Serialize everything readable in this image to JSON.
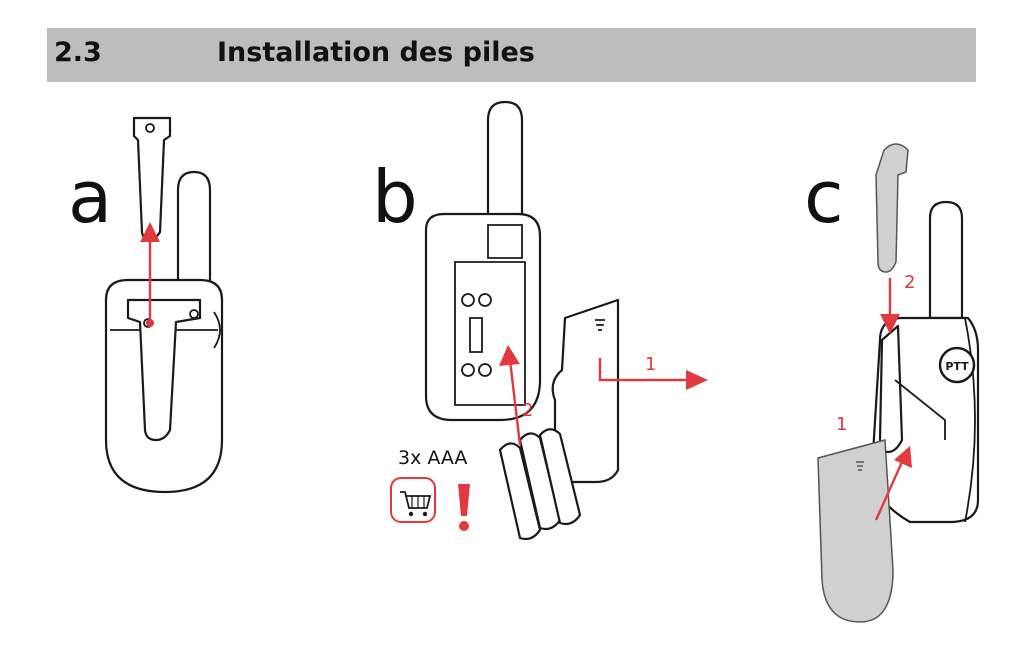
{
  "section": {
    "number": "2.3",
    "title": "Installation des piles"
  },
  "steps": {
    "a": "a",
    "b": "b",
    "c": "c"
  },
  "step_b": {
    "battery_label": "3x AAA",
    "arrow_1_label": "1",
    "arrow_2_label": "2"
  },
  "step_c": {
    "arrow_1_label": "1",
    "arrow_2_label": "2",
    "button_label": "PTT"
  },
  "colors": {
    "header_bg": "#bdbdbd",
    "accent": "#e0393e"
  },
  "icons": [
    "cart-icon",
    "exclamation-icon"
  ]
}
